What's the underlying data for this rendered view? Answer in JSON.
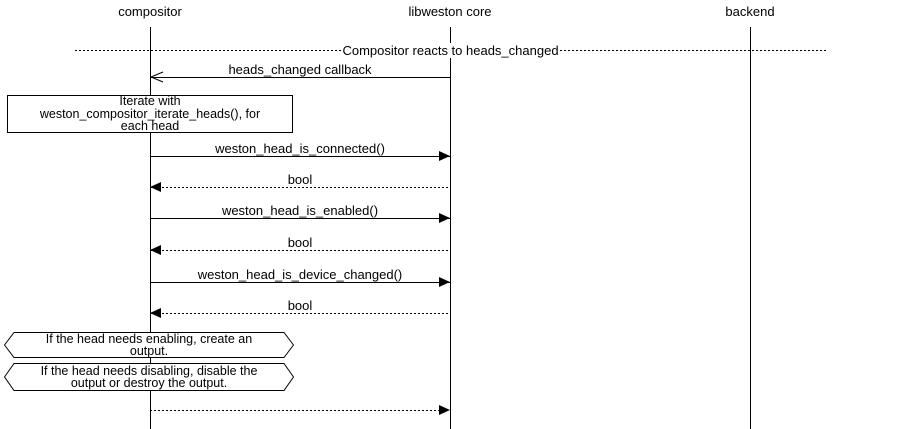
{
  "colors": {
    "line": "#000000",
    "background": "#ffffff"
  },
  "actors": [
    {
      "label": "compositor"
    },
    {
      "label": "libweston core"
    },
    {
      "label": "backend"
    }
  ],
  "divider": {
    "label": "Compositor reacts to heads_changed"
  },
  "messages": [
    {
      "label": "heads_changed callback",
      "from": "libweston core",
      "to": "compositor",
      "line": "solid",
      "arrowhead": "open"
    },
    {
      "label": "weston_head_is_connected()",
      "from": "compositor",
      "to": "libweston core",
      "line": "solid",
      "arrowhead": "filled"
    },
    {
      "label": "bool",
      "from": "libweston core",
      "to": "compositor",
      "line": "dotted",
      "arrowhead": "filled"
    },
    {
      "label": "weston_head_is_enabled()",
      "from": "compositor",
      "to": "libweston core",
      "line": "solid",
      "arrowhead": "filled"
    },
    {
      "label": "bool",
      "from": "libweston core",
      "to": "compositor",
      "line": "dotted",
      "arrowhead": "filled"
    },
    {
      "label": "weston_head_is_device_changed()",
      "from": "compositor",
      "to": "libweston core",
      "line": "solid",
      "arrowhead": "filled"
    },
    {
      "label": "bool",
      "from": "libweston core",
      "to": "compositor",
      "line": "dotted",
      "arrowhead": "filled"
    },
    {
      "label": "",
      "from": "compositor",
      "to": "libweston core",
      "line": "dotted",
      "arrowhead": "filled"
    }
  ],
  "notes": [
    {
      "type": "rect",
      "text": "Iterate with\nweston_compositor_iterate_heads(), for\neach head"
    },
    {
      "type": "hexagon",
      "text": "If the head needs enabling, create an\noutput."
    },
    {
      "type": "hexagon",
      "text": "If the head needs disabling, disable the\noutput or destroy the output."
    }
  ]
}
